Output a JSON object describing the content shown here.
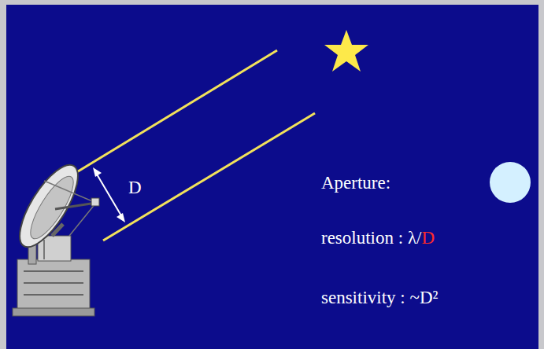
{
  "diagram": {
    "labels": [
      "D",
      "Aperture:",
      "resolution : λ/",
      "D",
      "sensitivity : ~D²"
    ]
  }
}
